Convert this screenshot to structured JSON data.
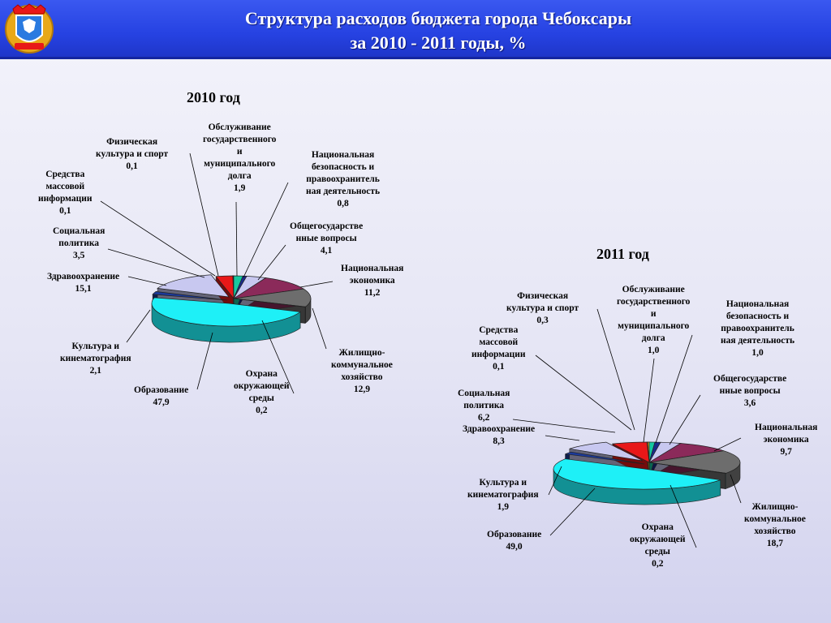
{
  "header": {
    "title_line1": "Структура расходов бюджета города Чебоксары",
    "title_line2": "за 2010 - 2011 годы, %"
  },
  "colors": {
    "header_bg": "#2a46e6",
    "education": "#1ef0f7",
    "housing": "#6d6d6d",
    "economy": "#8b2a5a",
    "general": "#c8c8f0",
    "security": "#1c2a8a",
    "debt": "#16c8a0",
    "sport": "#e8b818",
    "media": "#1c2a8a",
    "social": "#e81818",
    "health": "#c8c8f0",
    "culture": "#1c3a9a",
    "environment": "#98d8d8"
  },
  "chart_data": [
    {
      "type": "pie",
      "title": "2010 год",
      "slices": [
        {
          "key": "debt",
          "label": [
            "Обслуживание",
            "государственного",
            "и",
            "муниципального",
            "долга"
          ],
          "value": 1.9,
          "value_text": "1,9"
        },
        {
          "key": "security",
          "label": [
            "Национальная",
            "безопасность и",
            "правоохранитель",
            "ная деятельность"
          ],
          "value": 0.8,
          "value_text": "0,8"
        },
        {
          "key": "general",
          "label": [
            "Общегосударстве",
            "нные вопросы"
          ],
          "value": 4.1,
          "value_text": "4,1"
        },
        {
          "key": "economy",
          "label": [
            "Национальная",
            "экономика"
          ],
          "value": 11.2,
          "value_text": "11,2"
        },
        {
          "key": "housing",
          "label": [
            "Жилищно-",
            "коммунальное",
            "хозяйство"
          ],
          "value": 12.9,
          "value_text": "12,9"
        },
        {
          "key": "environment",
          "label": [
            "Охрана",
            "окружающей",
            "среды"
          ],
          "value": 0.2,
          "value_text": "0,2"
        },
        {
          "key": "education",
          "label": [
            "Образование"
          ],
          "value": 47.9,
          "value_text": "47,9"
        },
        {
          "key": "culture",
          "label": [
            "Культура и",
            "кинематография"
          ],
          "value": 2.1,
          "value_text": "2,1"
        },
        {
          "key": "health",
          "label": [
            "Здравоохранение"
          ],
          "value": 15.1,
          "value_text": "15,1"
        },
        {
          "key": "social",
          "label": [
            "Социальная",
            "политика"
          ],
          "value": 3.5,
          "value_text": "3,5"
        },
        {
          "key": "media",
          "label": [
            "Средства",
            "массовой",
            "информации"
          ],
          "value": 0.1,
          "value_text": "0,1"
        },
        {
          "key": "sport",
          "label": [
            "Физическая",
            "культура и спорт"
          ],
          "value": 0.1,
          "value_text": "0,1"
        }
      ]
    },
    {
      "type": "pie",
      "title": "2011 год",
      "slices": [
        {
          "key": "debt",
          "label": [
            "Обслуживание",
            "государственного",
            "и",
            "муниципального",
            "долга"
          ],
          "value": 1.0,
          "value_text": "1,0"
        },
        {
          "key": "security",
          "label": [
            "Национальная",
            "безопасность и",
            "правоохранитель",
            "ная деятельность"
          ],
          "value": 1.0,
          "value_text": "1,0"
        },
        {
          "key": "general",
          "label": [
            "Общегосударстве",
            "нные вопросы"
          ],
          "value": 3.6,
          "value_text": "3,6"
        },
        {
          "key": "economy",
          "label": [
            "Национальная",
            "экономика"
          ],
          "value": 9.7,
          "value_text": "9,7"
        },
        {
          "key": "housing",
          "label": [
            "Жилищно-",
            "коммунальное",
            "хозяйство"
          ],
          "value": 18.7,
          "value_text": "18,7"
        },
        {
          "key": "environment",
          "label": [
            "Охрана",
            "окружающей",
            "среды"
          ],
          "value": 0.2,
          "value_text": "0,2"
        },
        {
          "key": "education",
          "label": [
            "Образование"
          ],
          "value": 49.0,
          "value_text": "49,0"
        },
        {
          "key": "culture",
          "label": [
            "Культура и",
            "кинематография"
          ],
          "value": 1.9,
          "value_text": "1,9"
        },
        {
          "key": "health",
          "label": [
            "Здравоохранение"
          ],
          "value": 8.3,
          "value_text": "8,3"
        },
        {
          "key": "social",
          "label": [
            "Социальная",
            "политика"
          ],
          "value": 6.2,
          "value_text": "6,2"
        },
        {
          "key": "media",
          "label": [
            "Средства",
            "массовой",
            "информации"
          ],
          "value": 0.1,
          "value_text": "0,1"
        },
        {
          "key": "sport",
          "label": [
            "Физическая",
            "культура и спорт"
          ],
          "value": 0.3,
          "value_text": "0,3"
        }
      ]
    }
  ]
}
